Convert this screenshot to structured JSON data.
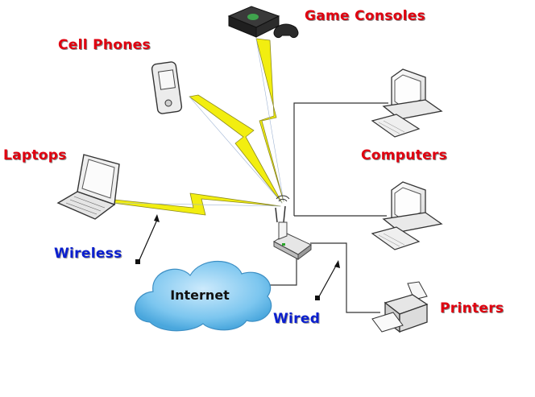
{
  "labels": {
    "game_consoles": "Game Consoles",
    "cell_phones": "Cell Phones",
    "laptops": "Laptops",
    "computers": "Computers",
    "wireless": "Wireless",
    "wired": "Wired",
    "printers": "Printers",
    "internet": "Internet"
  },
  "colors": {
    "device_label": "#e0000f",
    "connection_label": "#0b1fcf",
    "wireless_signal": "#f2ee10",
    "cloud": "#6fc3ef"
  }
}
